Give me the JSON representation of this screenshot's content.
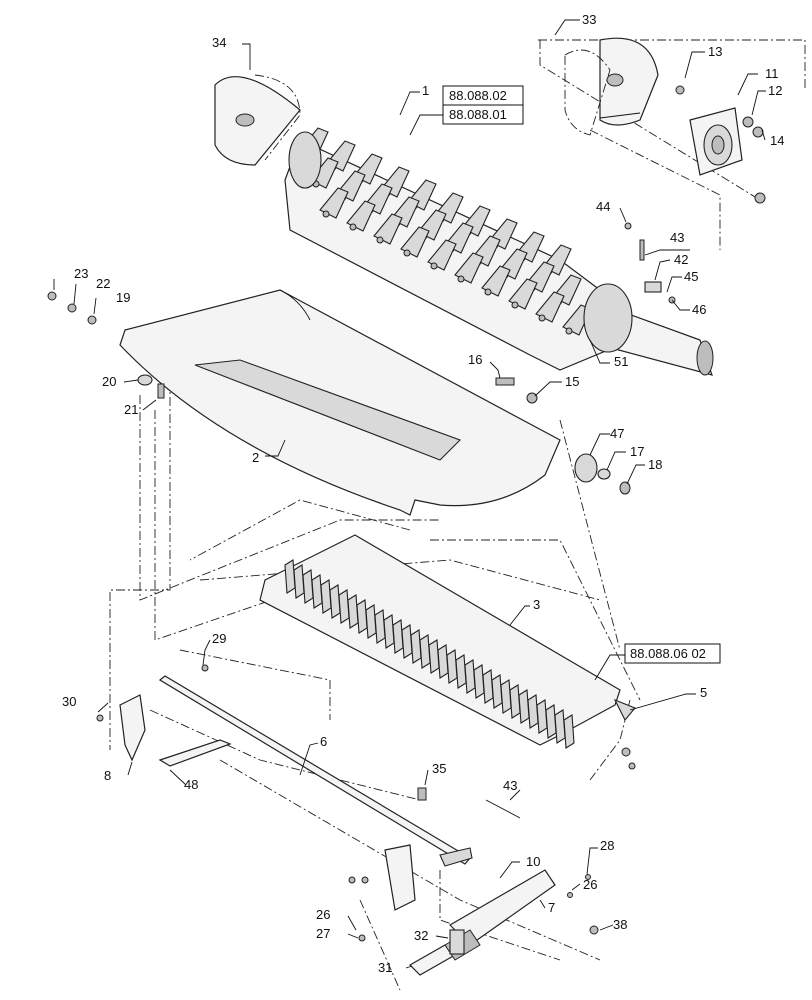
{
  "callouts": [
    {
      "id": "c1",
      "text": "1"
    },
    {
      "id": "c2",
      "text": "2"
    },
    {
      "id": "c3",
      "text": "3"
    },
    {
      "id": "c5",
      "text": "5"
    },
    {
      "id": "c6",
      "text": "6"
    },
    {
      "id": "c7",
      "text": "7"
    },
    {
      "id": "c8",
      "text": "8"
    },
    {
      "id": "c10",
      "text": "10"
    },
    {
      "id": "c11",
      "text": "11"
    },
    {
      "id": "c12",
      "text": "12"
    },
    {
      "id": "c13",
      "text": "13"
    },
    {
      "id": "c14",
      "text": "14"
    },
    {
      "id": "c15",
      "text": "15"
    },
    {
      "id": "c16",
      "text": "16"
    },
    {
      "id": "c17",
      "text": "17"
    },
    {
      "id": "c18",
      "text": "18"
    },
    {
      "id": "c19",
      "text": "19"
    },
    {
      "id": "c20",
      "text": "20"
    },
    {
      "id": "c21",
      "text": "21"
    },
    {
      "id": "c22",
      "text": "22"
    },
    {
      "id": "c23",
      "text": "23"
    },
    {
      "id": "c26a",
      "text": "26"
    },
    {
      "id": "c26b",
      "text": "26"
    },
    {
      "id": "c27",
      "text": "27"
    },
    {
      "id": "c28",
      "text": "28"
    },
    {
      "id": "c29",
      "text": "29"
    },
    {
      "id": "c30",
      "text": "30"
    },
    {
      "id": "c31",
      "text": "31"
    },
    {
      "id": "c32",
      "text": "32"
    },
    {
      "id": "c33",
      "text": "33"
    },
    {
      "id": "c34",
      "text": "34"
    },
    {
      "id": "c35",
      "text": "35"
    },
    {
      "id": "c38",
      "text": "38"
    },
    {
      "id": "c42",
      "text": "42"
    },
    {
      "id": "c43a",
      "text": "43"
    },
    {
      "id": "c43b",
      "text": "43"
    },
    {
      "id": "c44",
      "text": "44"
    },
    {
      "id": "c45",
      "text": "45"
    },
    {
      "id": "c46",
      "text": "46"
    },
    {
      "id": "c47",
      "text": "47"
    },
    {
      "id": "c48",
      "text": "48"
    },
    {
      "id": "c51",
      "text": "51"
    }
  ],
  "references": {
    "ref_top": "88.088.02",
    "ref_mid": "88.088.01",
    "ref_right": "88.088.06 02"
  }
}
